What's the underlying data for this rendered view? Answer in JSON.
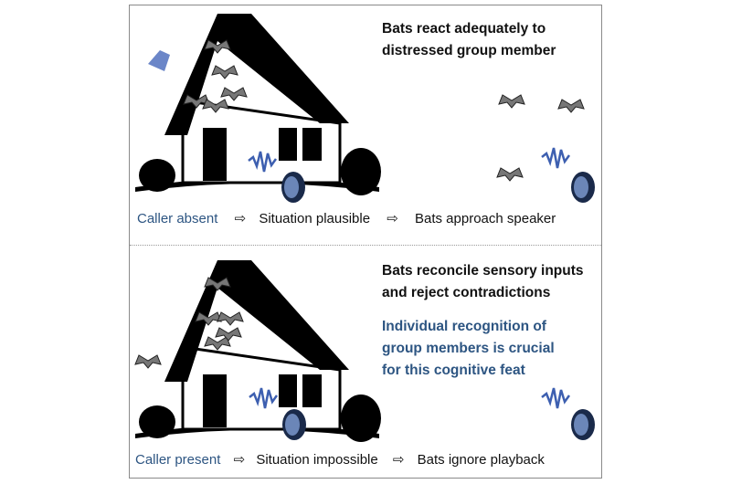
{
  "top": {
    "title_lines": [
      "Bats react adequately to",
      "distressed group member"
    ],
    "flow": {
      "caller": "Caller absent",
      "situation": "Situation plausible",
      "result": "Bats approach speaker"
    }
  },
  "bottom": {
    "title_lines": [
      "Bats reconcile sensory inputs",
      "and reject contradictions"
    ],
    "highlight_lines": [
      "Individual recognition of",
      "group members is crucial",
      "for this cognitive feat"
    ],
    "flow": {
      "caller": "Caller present",
      "situation": "Situation impossible",
      "result": "Bats ignore playback"
    }
  },
  "arrow_glyph": "⇨",
  "colors": {
    "accent": "#2d5582",
    "wave": "#3d5fb0"
  }
}
